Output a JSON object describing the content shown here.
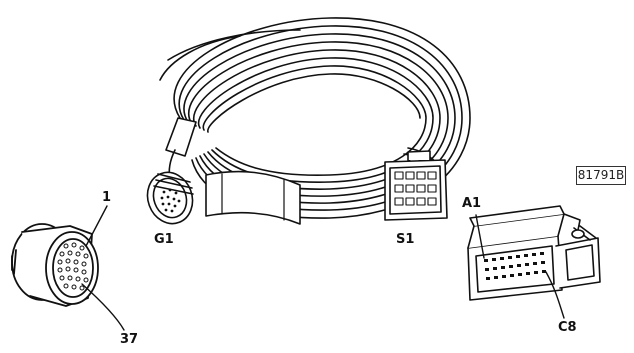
{
  "figure": {
    "reference_code": "81791B",
    "labels": {
      "pin_first": "1",
      "pin_last": "37",
      "connector_g": "G1",
      "connector_s": "S1",
      "pin_a": "A1",
      "pin_c": "C8"
    }
  }
}
